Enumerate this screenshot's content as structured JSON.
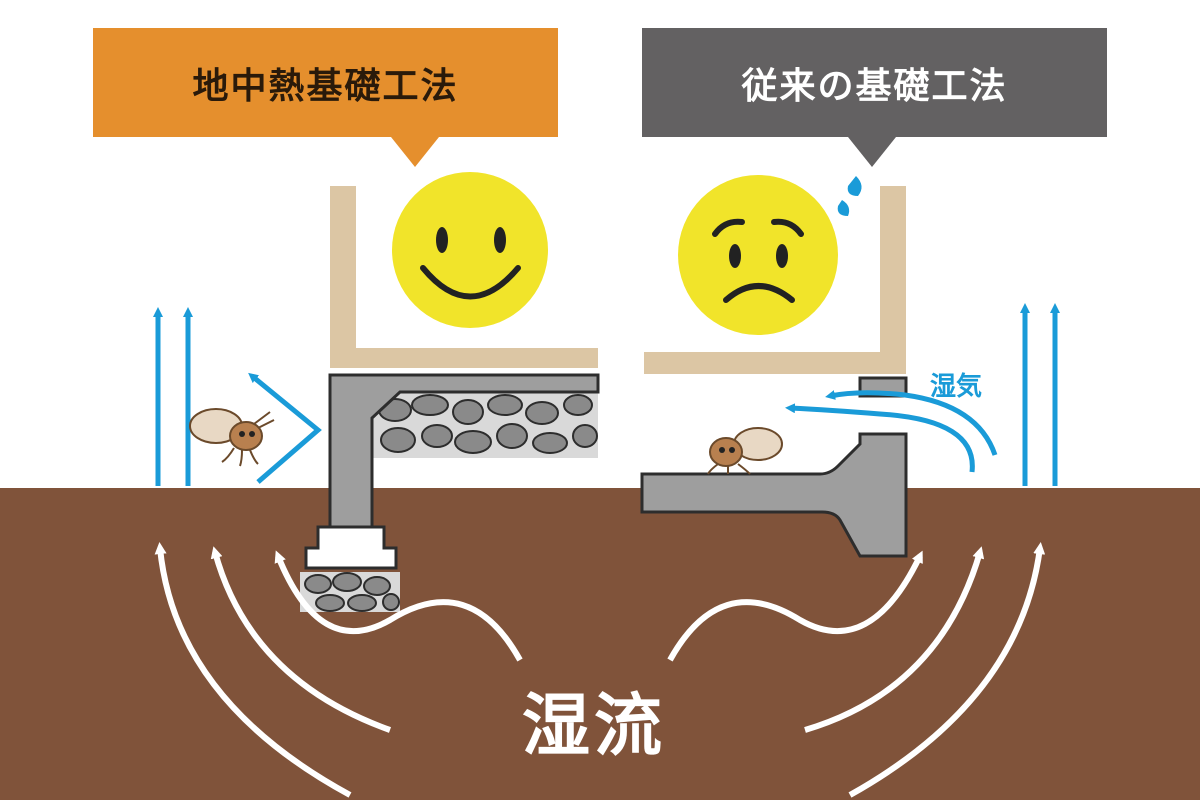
{
  "labels": {
    "left_method": "地中熱基礎工法",
    "right_method": "従来の基礎工法",
    "moisture": "湿気",
    "flow": "湿流"
  },
  "colors": {
    "left_label_bg": "#e58f2d",
    "right_label_bg": "#636162",
    "label_text_left": "#2a1a0a",
    "label_text_right": "#ffffff",
    "soil": "#80533a",
    "concrete": "#9e9e9e",
    "concrete_outline": "#2d2d2d",
    "wall": "#dcc6a4",
    "face": "#f1e42a",
    "face_features": "#222222",
    "arrow_blue": "#1a9bd8",
    "arrow_white": "#ffffff",
    "termite": "#b8804f"
  },
  "icons": [
    "smiling-face-icon",
    "worried-face-icon",
    "sweat-drop-icon",
    "termite-icon",
    "up-arrow-icon",
    "curved-arrow-icon"
  ]
}
